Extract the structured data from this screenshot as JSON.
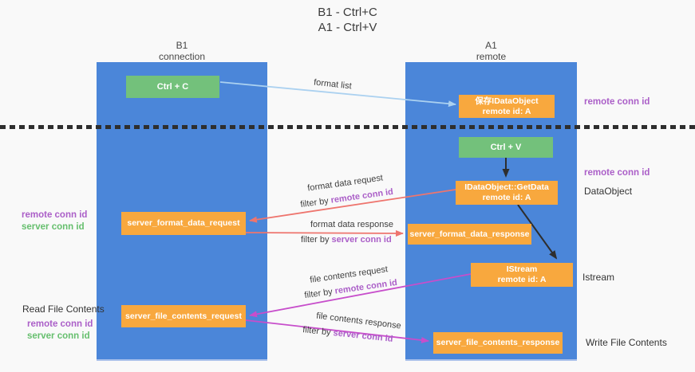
{
  "title": {
    "line1": "B1 - Ctrl+C",
    "line2": "A1 - Ctrl+V"
  },
  "lanes": {
    "left": {
      "header_line1": "B1",
      "header_line2": "connection"
    },
    "right": {
      "header_line1": "A1",
      "header_line2": "remote"
    }
  },
  "nodes": {
    "ctrl_c": "Ctrl + C",
    "ctrl_v": "Ctrl + V",
    "save_dataobject_line1": "保存IDataObject",
    "save_dataobject_line2": "remote id: A",
    "getdata_line1": "IDataObject::GetData",
    "getdata_line2": "remote id: A",
    "istream_line1": "IStream",
    "istream_line2": "remote id: A",
    "format_request": "server_format_data_request",
    "format_response": "server_format_data_response",
    "file_request": "server_file_contents_request",
    "file_response": "server_file_contents_response"
  },
  "annotations": {
    "format_list": "format list",
    "format_data_request": "format data request",
    "format_data_response": "format data response",
    "file_contents_request": "file contents request",
    "file_contents_response": "file contents response",
    "filter_by": "filter by ",
    "remote_conn_id": "remote conn id",
    "server_conn_id": "server conn id"
  },
  "side_labels": {
    "remote_conn_id_top_right": "remote conn id",
    "remote_conn_id_mid_right": "remote conn id",
    "dataobject": "DataObject",
    "istream": "Istream",
    "write_file_contents": "Write File Contents",
    "remote_conn_id_left_1": "remote conn id",
    "server_conn_id_left_1": "server conn id",
    "read_file_contents": "Read File Contents",
    "remote_conn_id_left_2": "remote conn id",
    "server_conn_id_left_2": "server conn id"
  },
  "colors": {
    "bg": "#f9f9f9",
    "lane_blue": "#4b86d9",
    "box_orange": "#f8a83e",
    "box_green": "#73c17b",
    "purple": "#ab5fc8",
    "green_text": "#66bf6e",
    "arrow_light_blue": "#abd1f0",
    "arrow_salmon": "#ee756e",
    "arrow_magenta": "#c74ecb",
    "arrow_black": "#2e2e2e"
  }
}
